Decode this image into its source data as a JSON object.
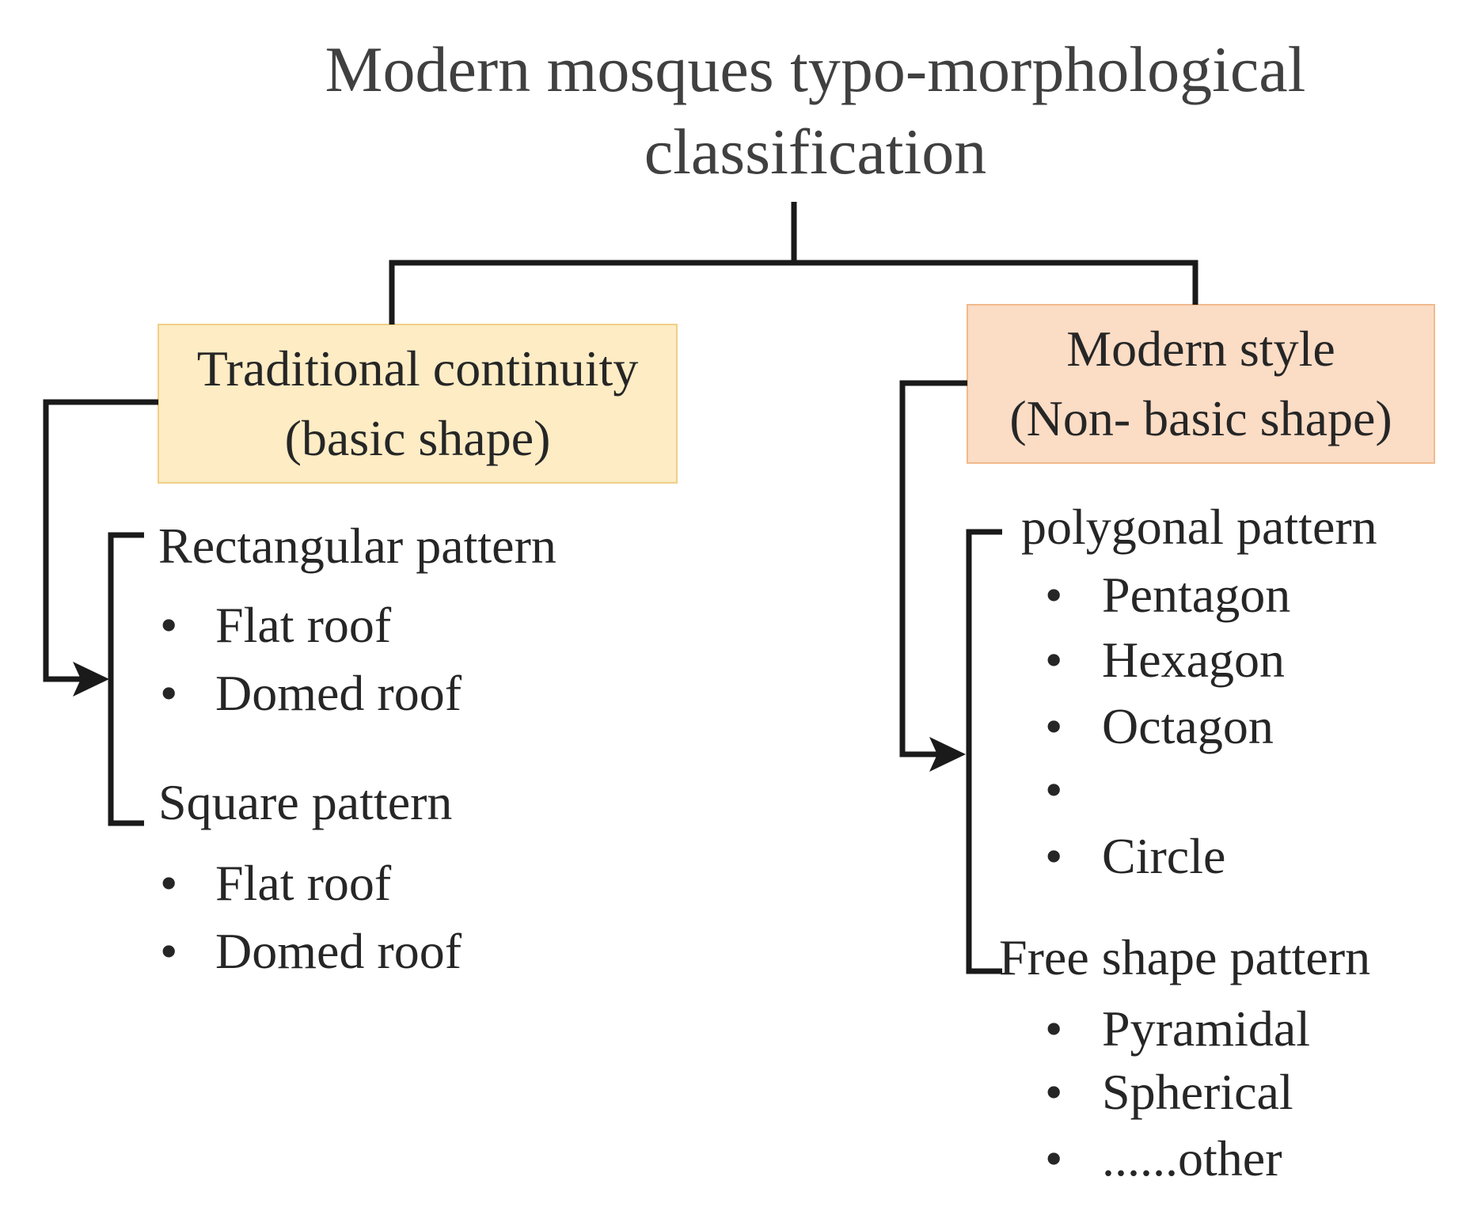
{
  "title": {
    "line1": "Modern mosques typo-morphological",
    "line2": "classification"
  },
  "colors": {
    "traditional_box_fill": "#fdecc4",
    "traditional_box_border": "#f0cf86",
    "modern_box_fill": "#fbdcc5",
    "modern_box_border": "#f1b98c",
    "connector": "#1a1a1a"
  },
  "traditional": {
    "line1": "Traditional continuity",
    "line2": "(basic shape)",
    "patterns": [
      {
        "label": "Rectangular pattern",
        "items": [
          "Flat roof",
          "Domed roof"
        ]
      },
      {
        "label": "Square pattern",
        "items": [
          "Flat roof",
          "Domed roof"
        ]
      }
    ]
  },
  "modern": {
    "line1": "Modern style",
    "line2": "(Non- basic shape)",
    "patterns": [
      {
        "label": "polygonal pattern",
        "items": [
          "Pentagon",
          "Hexagon",
          "Octagon",
          "",
          "Circle"
        ]
      },
      {
        "label": "Free shape pattern",
        "items": [
          "Pyramidal",
          "Spherical",
          "......other"
        ]
      }
    ]
  },
  "bullet_char": "•"
}
